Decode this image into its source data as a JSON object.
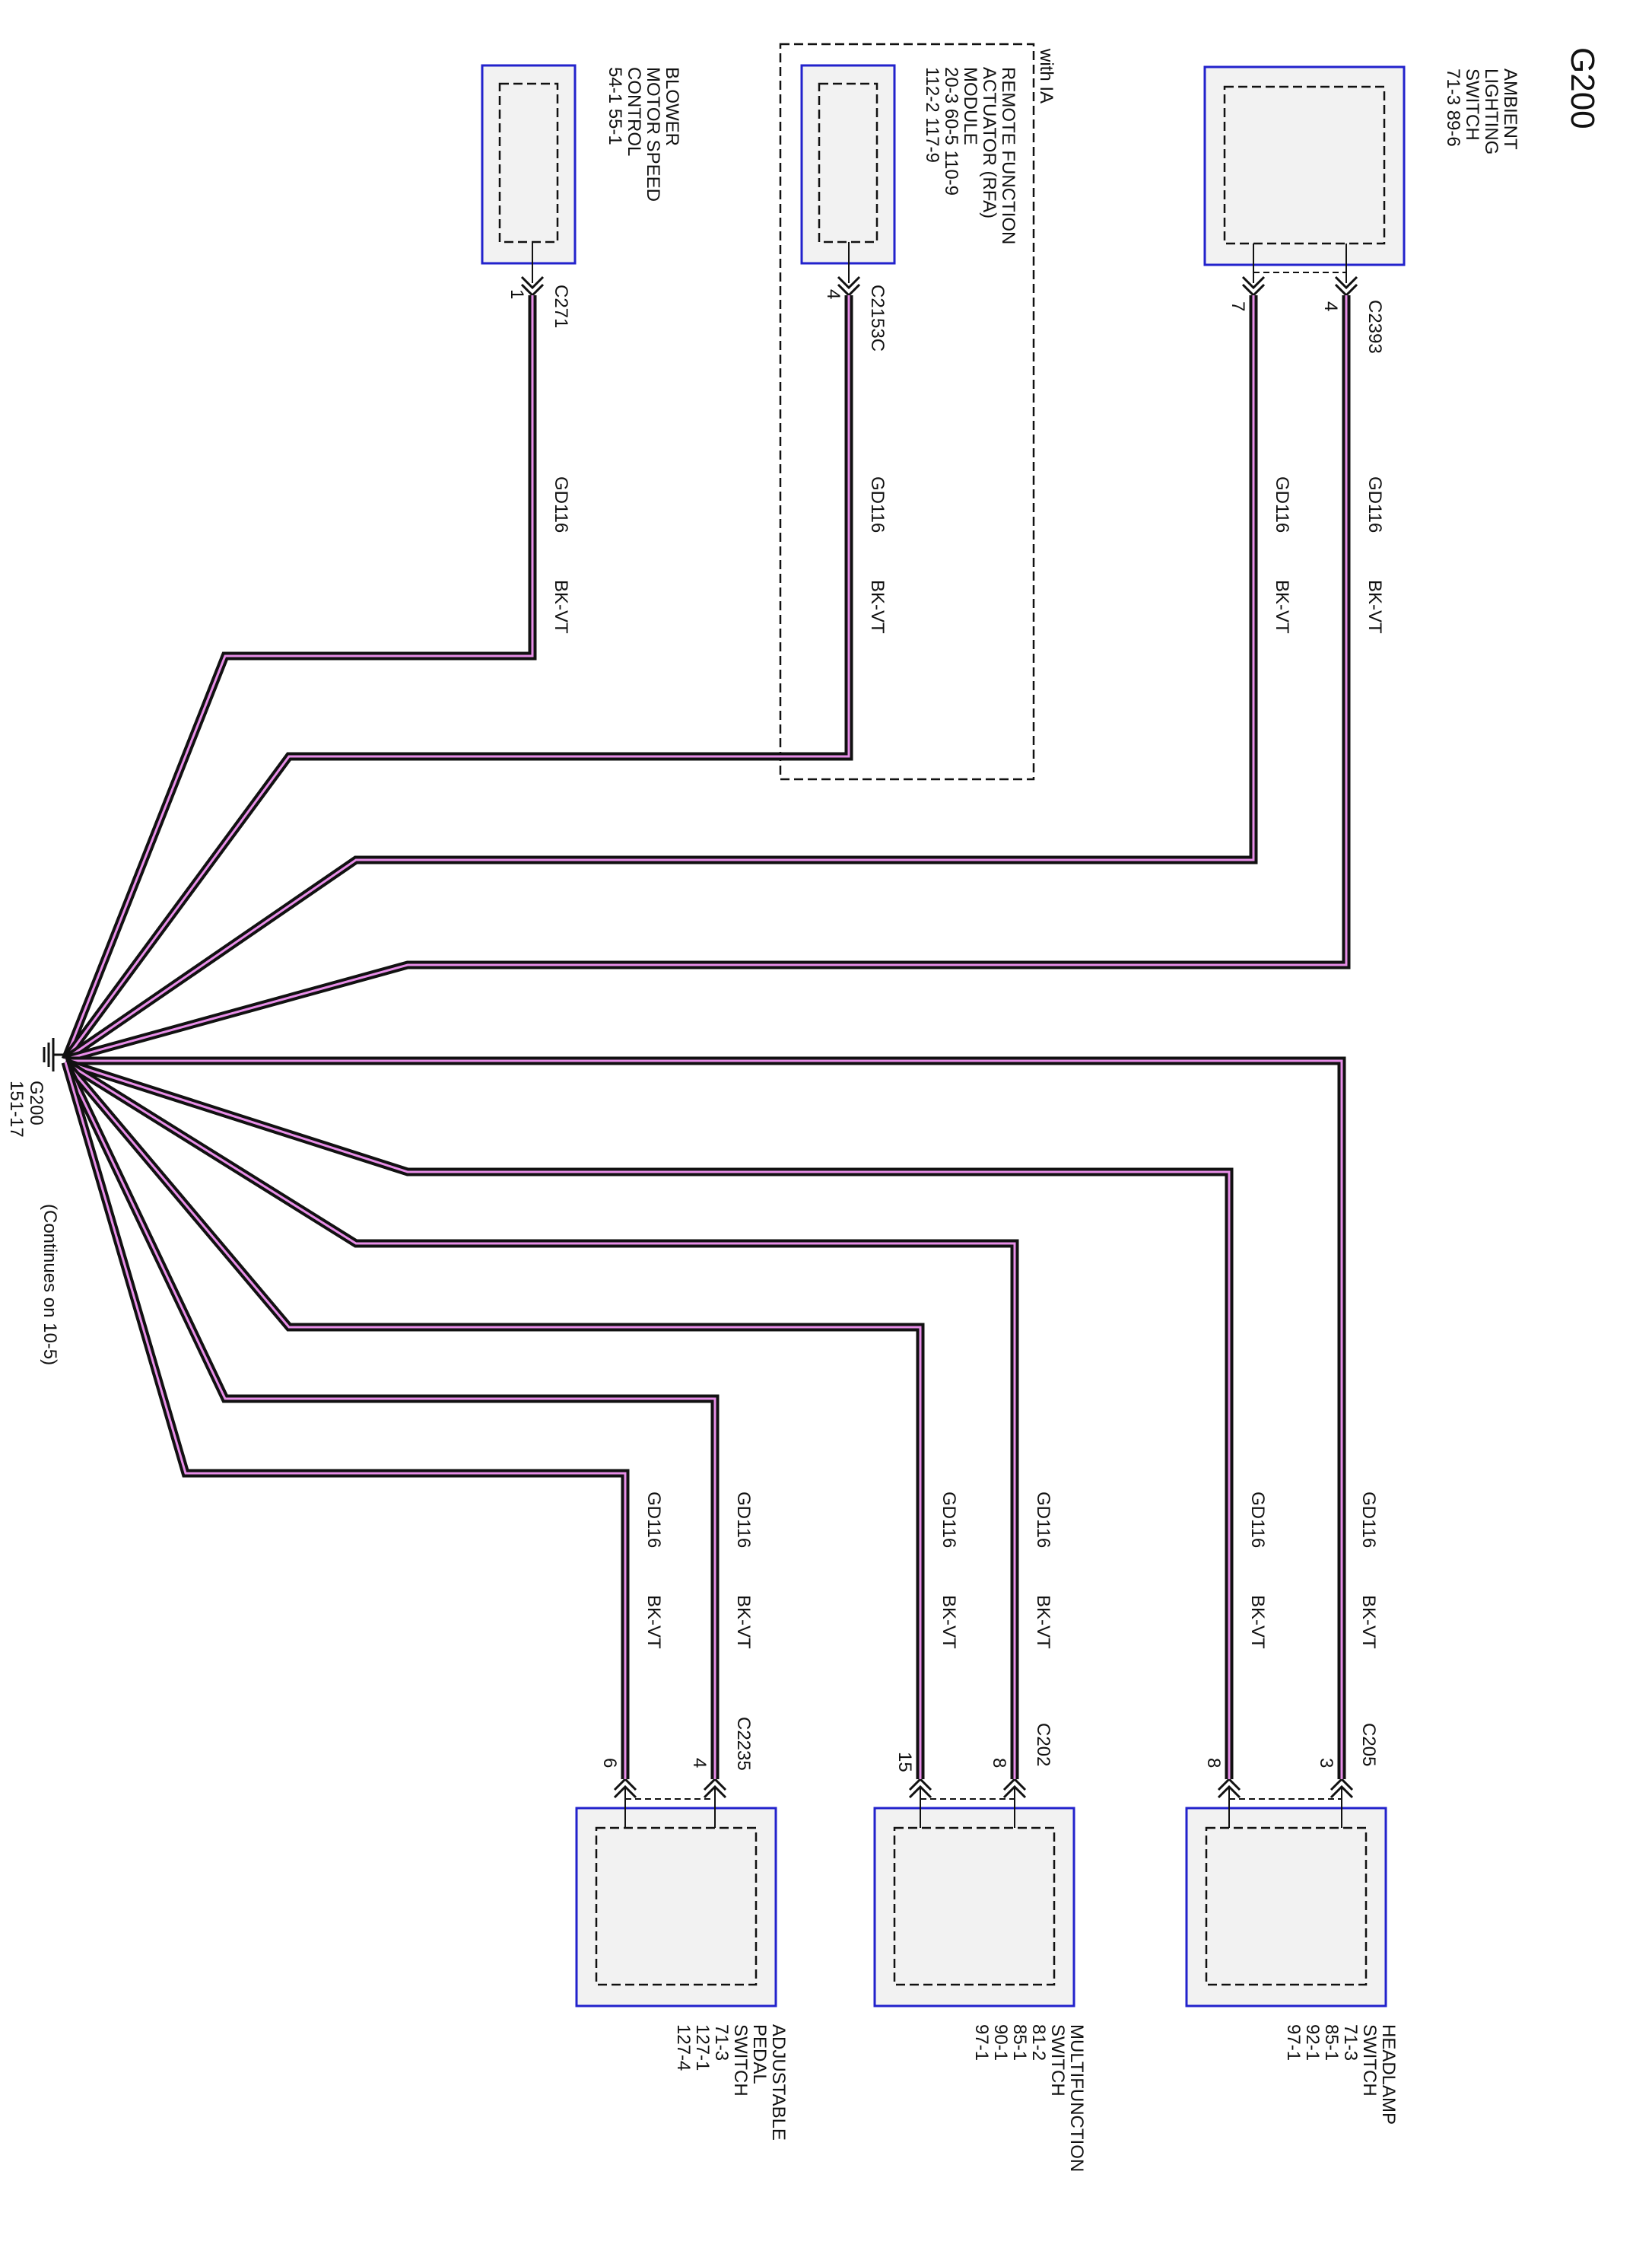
{
  "page_title": "G200",
  "ground": {
    "name": "G200",
    "ref": "151-17",
    "note": "(Continues on 10-5)"
  },
  "option_box_label": "with IA",
  "wire": {
    "circuit": "GD116",
    "color": "BK-VT"
  },
  "components": [
    {
      "id": "blower",
      "lines": [
        "BLOWER",
        "MOTOR SPEED",
        "CONTROL",
        "54-1   55-1"
      ]
    },
    {
      "id": "rfa",
      "lines": [
        "REMOTE FUNCTION",
        "ACTUATOR (RFA)",
        "MODULE",
        "20-3      60-5      110-9",
        "112-2     117-9"
      ]
    },
    {
      "id": "ambient",
      "lines": [
        "AMBIENT",
        "LIGHTING",
        "SWITCH",
        "71-3    89-6"
      ]
    },
    {
      "id": "adjustable",
      "lines": [
        "ADJUSTABLE",
        "PEDAL",
        "SWITCH",
        "71-3",
        "127-1",
        "127-4"
      ]
    },
    {
      "id": "multifunction",
      "lines": [
        "MULTIFUNCTION",
        "SWITCH",
        "81-2",
        "85-1",
        "90-1",
        "97-1"
      ]
    },
    {
      "id": "headlamp",
      "lines": [
        "HEADLAMP",
        "SWITCH",
        "71-3",
        "85-1",
        "92-1",
        "97-1"
      ]
    }
  ],
  "connectors": [
    {
      "id": "c271",
      "name": "C271"
    },
    {
      "id": "c2153",
      "name": "C2153C"
    },
    {
      "id": "c2393",
      "name": "C2393"
    },
    {
      "id": "c2235",
      "name": "C2235"
    },
    {
      "id": "c202",
      "name": "C202"
    },
    {
      "id": "c205",
      "name": "C205"
    }
  ],
  "pins": {
    "blower": "1",
    "rfa": "4",
    "ambient_a": "7",
    "ambient_b": "4",
    "adjustable_a": "6",
    "adjustable_b": "4",
    "multifunction_a": "15",
    "multifunction_b": "8",
    "headlamp_a": "8",
    "headlamp_b": "3"
  }
}
